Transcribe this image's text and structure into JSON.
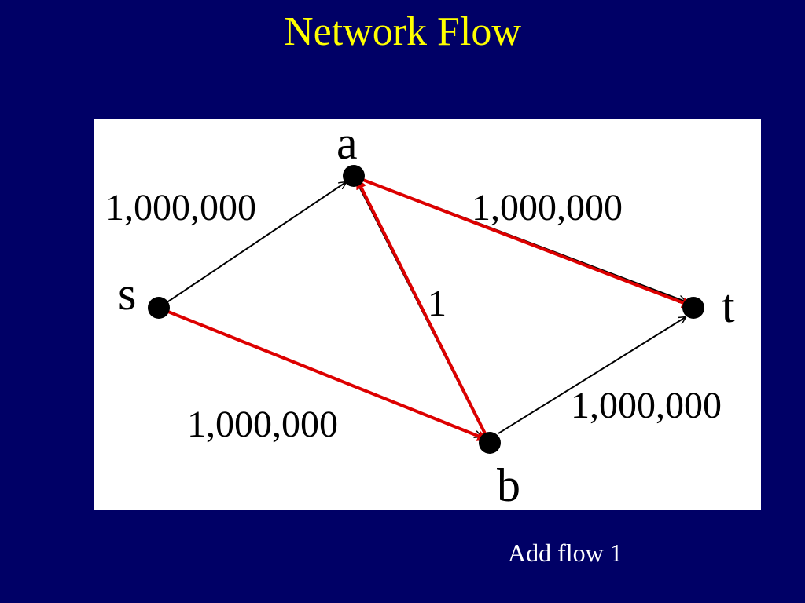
{
  "slide": {
    "title": "Network Flow",
    "caption": "Add flow 1"
  },
  "graph": {
    "nodes": {
      "s": "s",
      "a": "a",
      "b": "b",
      "t": "t"
    },
    "edges": [
      {
        "from": "s",
        "to": "a",
        "capacity": "1,000,000",
        "flow_path": false
      },
      {
        "from": "a",
        "to": "t",
        "capacity": "1,000,000",
        "flow_path": true
      },
      {
        "from": "b",
        "to": "a",
        "capacity": "1",
        "flow_path": true
      },
      {
        "from": "s",
        "to": "b",
        "capacity": "1,000,000",
        "flow_path": true
      },
      {
        "from": "b",
        "to": "t",
        "capacity": "1,000,000",
        "flow_path": false
      }
    ]
  },
  "colors": {
    "background": "#000066",
    "title": "#ffff00",
    "caption": "#ffffff",
    "flow_path": "#dd0000",
    "edge": "#000000"
  }
}
